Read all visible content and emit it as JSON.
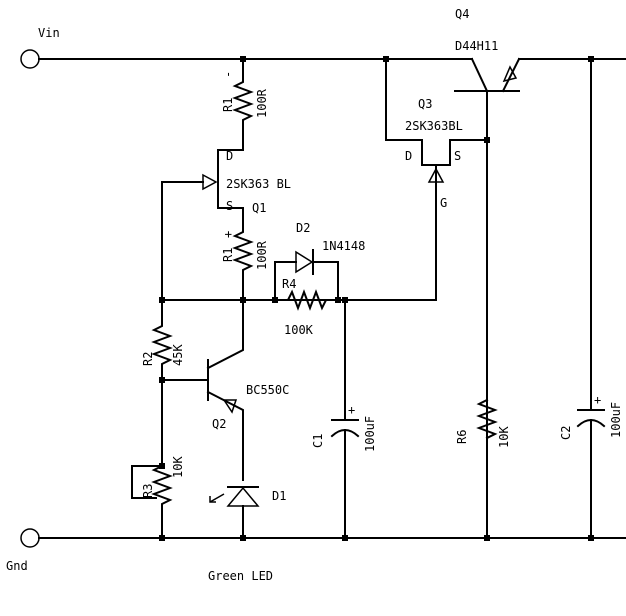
{
  "terminals": {
    "vin": "Vin",
    "gnd": "Gnd"
  },
  "q4": {
    "ref": "Q4",
    "part": "D44H11"
  },
  "q3": {
    "ref": "Q3",
    "part": "2SK363BL",
    "d": "D",
    "s": "S",
    "g": "G"
  },
  "q1": {
    "ref": "Q1",
    "part": "2SK363 BL",
    "d": "D",
    "s": "S"
  },
  "r1_top": {
    "ref": "R1",
    "pin": "-",
    "value": "100R"
  },
  "r1_bot": {
    "ref": "R1",
    "pin": "+",
    "value": "100R"
  },
  "d2": {
    "ref": "D2",
    "part": "1N4148"
  },
  "r4": {
    "ref": "R4",
    "value": "100K"
  },
  "r2": {
    "ref": "R2",
    "value": "45K"
  },
  "q2": {
    "ref": "Q2",
    "part": "BC550C"
  },
  "r3": {
    "ref": "R3",
    "value": "10K"
  },
  "d1": {
    "ref": "D1",
    "part": "Green LED"
  },
  "c1": {
    "ref": "C1",
    "value": "100uF",
    "pol": "+"
  },
  "r6": {
    "ref": "R6",
    "value": "10K"
  },
  "c2": {
    "ref": "C2",
    "value": "100uF",
    "pol": "+"
  }
}
